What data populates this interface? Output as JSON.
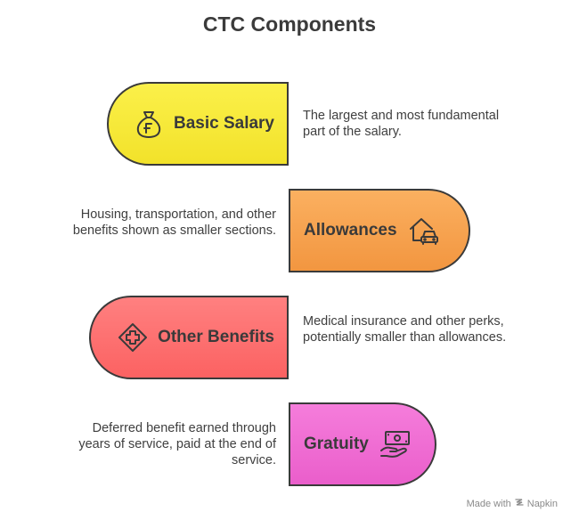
{
  "title": "CTC Components",
  "components": [
    {
      "label": "Basic Salary",
      "description": "The largest and most fundamental part of the salary.",
      "icon": "money-bag-icon",
      "color": "#f7ea3a"
    },
    {
      "label": "Allowances",
      "description": "Housing, transportation, and other benefits shown as smaller sections.",
      "icon": "house-car-icon",
      "color": "#f7a04d"
    },
    {
      "label": "Other Benefits",
      "description": "Medical insurance and other perks, potentially smaller than allowances.",
      "icon": "medical-cross-icon",
      "color": "#ff6f6f"
    },
    {
      "label": "Gratuity",
      "description": "Deferred benefit earned through years of service, paid at the end of service.",
      "icon": "cash-hand-icon",
      "color": "#f06bd2"
    }
  ],
  "footer": {
    "made_with": "Made with",
    "brand": "Napkin"
  }
}
